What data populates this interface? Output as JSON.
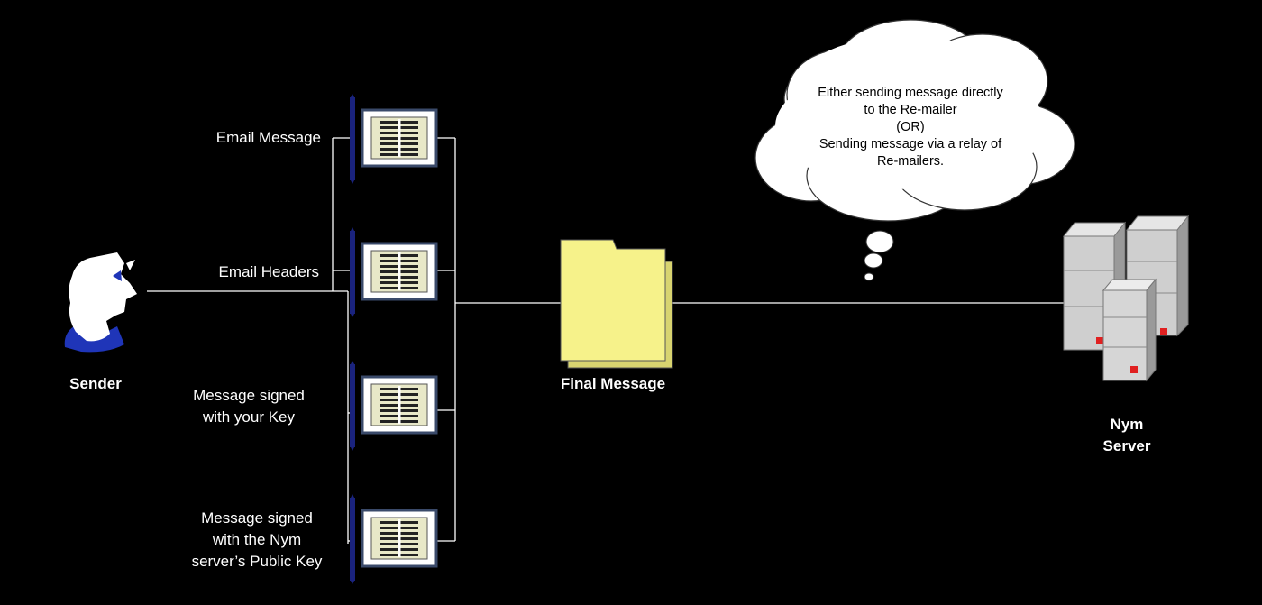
{
  "sender": {
    "label": "Sender"
  },
  "message_parts": [
    {
      "label_lines": [
        "Email Message"
      ]
    },
    {
      "label_lines": [
        "Email Headers"
      ]
    },
    {
      "label_lines": [
        "Message signed",
        "with your Key"
      ]
    },
    {
      "label_lines": [
        "Message signed",
        "with the Nym",
        "server’s Public Key"
      ]
    }
  ],
  "final_message": {
    "label": "Final Message"
  },
  "thought_bubble": {
    "lines": [
      "Either sending message directly",
      "to the Re-mailer",
      "(OR)",
      "Sending message via a relay of",
      "Re-mailers."
    ]
  },
  "nym_server": {
    "label_lines": [
      "Nym",
      "Server"
    ]
  },
  "colors": {
    "background": "#000000",
    "lines": "#ffffff",
    "folder": "#f6f28a",
    "module_frame": "#1a237e",
    "server": "#c8c8c8",
    "server_led": "#e02020"
  }
}
